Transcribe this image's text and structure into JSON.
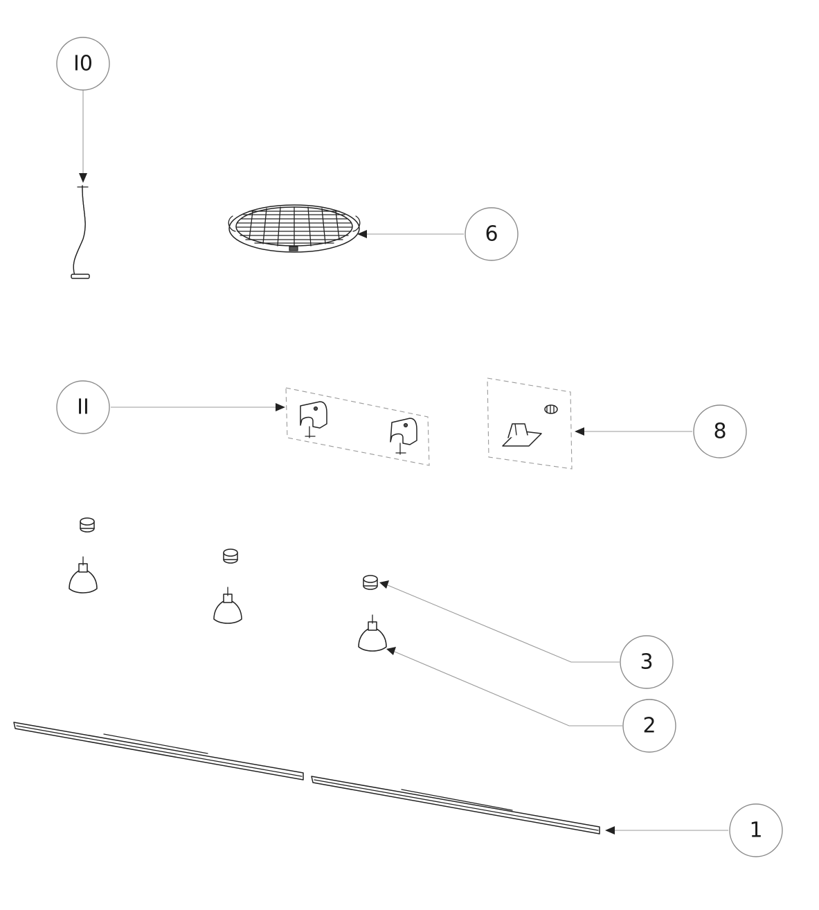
{
  "callouts": [
    {
      "id": "10",
      "label": "I0"
    },
    {
      "id": "6",
      "label": "6"
    },
    {
      "id": "11",
      "label": "II"
    },
    {
      "id": "8",
      "label": "8"
    },
    {
      "id": "3",
      "label": "3"
    },
    {
      "id": "2",
      "label": "2"
    },
    {
      "id": "1",
      "label": "1"
    }
  ]
}
